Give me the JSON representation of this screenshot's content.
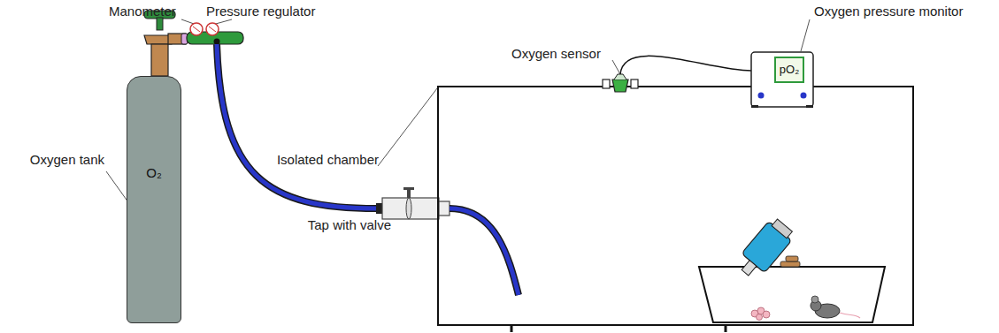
{
  "diagram": {
    "nodes": [
      {
        "text": [
          "O₂"
        ]
      },
      {
        "text": [
          "pO₂"
        ]
      }
    ],
    "labels": [
      "Manometer",
      "Pressure regulator",
      "Oxygen pressure monitor",
      "Oxygen sensor",
      "Isolated chamber",
      "Oxygen tank",
      "Tap with valve"
    ]
  }
}
